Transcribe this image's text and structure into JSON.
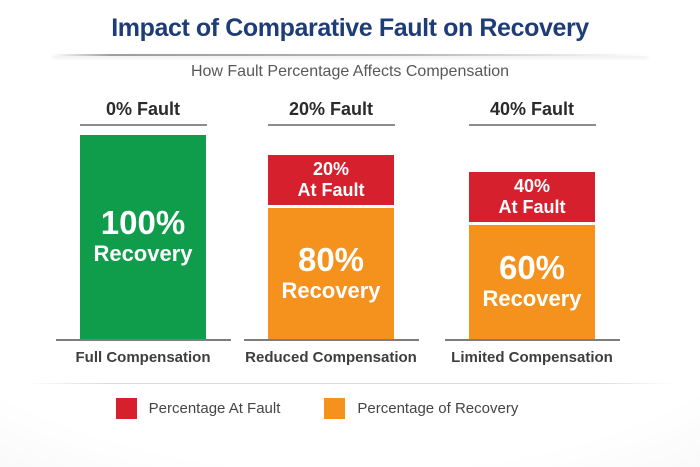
{
  "header": {
    "title": "Impact of Comparative Fault on Recovery",
    "subtitle": "How Fault Percentage Affects Compensation"
  },
  "chart_data": {
    "type": "bar",
    "variant": "stacked-infographic",
    "title": "Impact of Comparative Fault on Recovery",
    "subtitle": "How Fault Percentage Affects Compensation",
    "categories": [
      "0% Fault",
      "20% Fault",
      "40% Fault"
    ],
    "series": [
      {
        "name": "Percentage At Fault",
        "color": "#d7202e",
        "values": [
          0,
          20,
          40
        ]
      },
      {
        "name": "Percentage of Recovery",
        "color": "#f5921e",
        "values": [
          100,
          80,
          60
        ]
      }
    ],
    "bar_captions": [
      "Full Compensation",
      "Reduced Compensation",
      "Limited Compensation"
    ],
    "legend_position": "bottom",
    "axes": "none",
    "grid": false
  },
  "columns": [
    {
      "header": "0% Fault",
      "recovery": {
        "pct": "100%",
        "caption": "Recovery"
      },
      "footer": "Full Compensation"
    },
    {
      "header": "20% Fault",
      "fault": {
        "pct": "20%",
        "caption": "At Fault"
      },
      "recovery": {
        "pct": "80%",
        "caption": "Recovery"
      },
      "footer": "Reduced Compensation"
    },
    {
      "header": "40% Fault",
      "fault": {
        "pct": "40%",
        "caption": "At Fault"
      },
      "recovery": {
        "pct": "60%",
        "caption": "Recovery"
      },
      "footer": "Limited Compensation"
    }
  ],
  "legend": {
    "items": [
      {
        "label": "Percentage At Fault",
        "color": "#d7202e"
      },
      {
        "label": "Percentage of Recovery",
        "color": "#f5921e"
      }
    ]
  },
  "colors": {
    "title_navy": "#1d3c78",
    "subtitle_gray": "#57585a",
    "green": "#0f9d4c",
    "red": "#d7202e",
    "orange": "#f5921e"
  }
}
